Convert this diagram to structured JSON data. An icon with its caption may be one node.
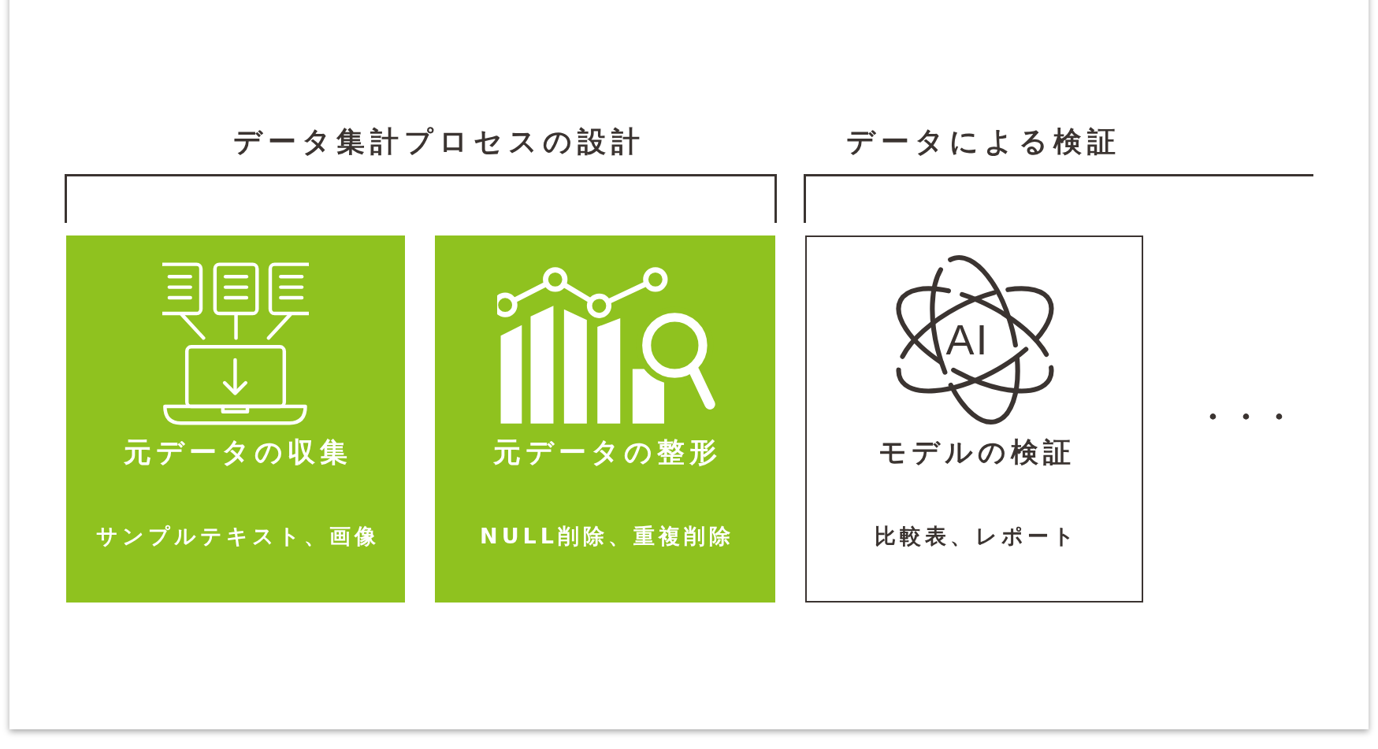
{
  "diagram": {
    "nodes": [
      {
        "text": [
          "元データの収集",
          "サンプルテキスト、画像"
        ]
      },
      {
        "text": [
          "元データの整形",
          "NULL削除、重複削除"
        ]
      },
      {
        "text": [
          "モデルの検証",
          "比較表、レポート"
        ]
      }
    ],
    "labels": [
      "データ集計プロセスの設計",
      "データによる検証",
      "AI",
      "・・・"
    ]
  }
}
